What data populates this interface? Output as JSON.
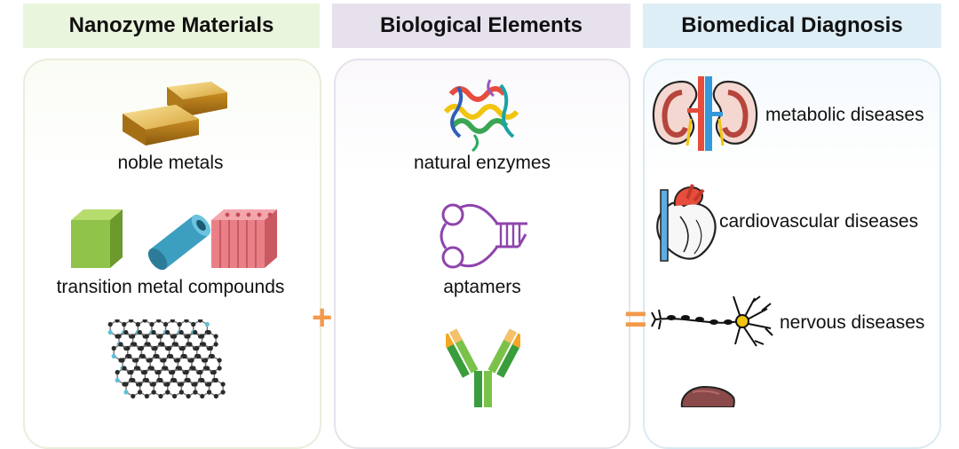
{
  "columns": [
    {
      "header": "Nanozyme Materials",
      "items": [
        {
          "label": "noble metals",
          "icon": "gold-bars-icon"
        },
        {
          "label": "transition metal compounds",
          "icon": "nanostructures-icon"
        },
        {
          "label": "",
          "icon": "graphene-sheet-icon"
        }
      ]
    },
    {
      "header": "Biological Elements",
      "items": [
        {
          "label": "natural enzymes",
          "icon": "protein-ribbon-icon"
        },
        {
          "label": "aptamers",
          "icon": "aptamer-hairpin-icon"
        },
        {
          "label": "",
          "icon": "antibody-icon"
        }
      ]
    },
    {
      "header": "Biomedical Diagnosis",
      "items": [
        {
          "label": "metabolic diseases",
          "icon": "kidneys-icon"
        },
        {
          "label": "cardiovascular diseases",
          "icon": "heart-icon"
        },
        {
          "label": "nervous diseases",
          "icon": "neuron-icon"
        },
        {
          "label": "",
          "icon": "liver-icon"
        }
      ]
    }
  ],
  "operators": {
    "plus": "+",
    "equals": "="
  },
  "colors": {
    "operator": "#f39a4a",
    "header_green": "#eaf5dd",
    "header_purple": "#e6e1ec",
    "header_blue": "#ddeef6"
  }
}
